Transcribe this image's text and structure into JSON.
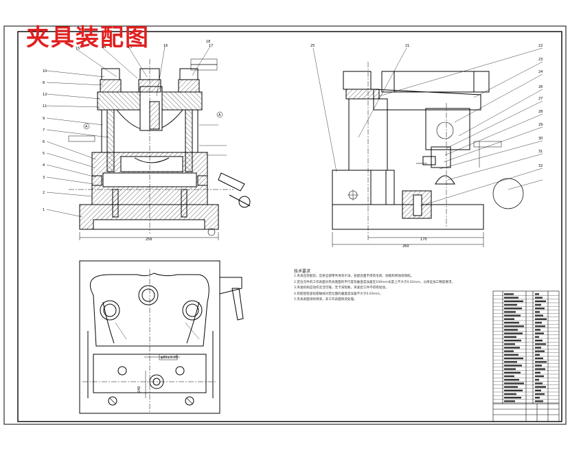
{
  "drawing_title": "夹具装配图",
  "front_view_balloons": [
    "15",
    "14",
    "13",
    "10",
    "8",
    "12",
    "11",
    "9",
    "7",
    "6",
    "5",
    "4",
    "3",
    "2",
    "1"
  ],
  "top_labels_front": [
    "16",
    "17",
    "18"
  ],
  "side_view_balloons": [
    "25",
    "21",
    "22",
    "23",
    "24",
    "26",
    "27",
    "28",
    "29",
    "30",
    "31",
    "32"
  ],
  "dimensions": {
    "front_width": "256",
    "side_width_a": "170",
    "side_width_b": "260",
    "plan_dim": "φ80±0.05",
    "plan_height": "240"
  },
  "datum_mark": "A",
  "notes": {
    "title": "技术要求",
    "lines": [
      "1.夹具在装配前，应将全部零件清洗干净，各配合面不得有毛刺、划痕和锈蚀等缺陷。",
      "2.定位元件的工作表面对夹具底面的平行度及垂直度误差在100mm长度上不大于0.02mm，以保证加工精度要求。",
      "3.夹紧机构应动作灵活可靠，无卡滞现象，夹紧后工件不得有松动。",
      "4.装配后检查钻套轴线对定位面的垂直度误差不大于0.03mm。",
      "5.夹具表面涂防锈漆，非工作表面喷漆处理。"
    ]
  },
  "title_block": {
    "rows": 31
  },
  "colors": {
    "line": "#000000",
    "title": "#e02020",
    "background": "#ffffff"
  }
}
